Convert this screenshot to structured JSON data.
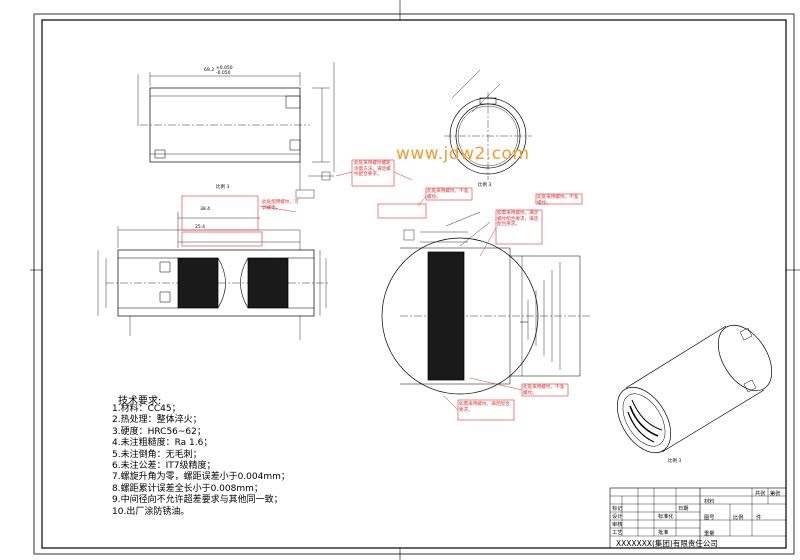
{
  "watermark": "www.jdw2.com",
  "tech_notes": {
    "title": "技术要求:",
    "items": [
      "1.材料：CC45；",
      "2.热处理：整体淬火；",
      "3.硬度：HRC56~62；",
      "4.未注粗糙度：Ra 1.6；",
      "5.未注倒角：无毛刺；",
      "6.未注公差：IT7级精度；",
      "7.螺旋升角为零，螺距误差小于0.004mm；",
      "8.螺距累计误差全长小于0.008mm；",
      "9.中间径向不允许超差要求与其他同一致；",
      "10.出厂涂防锈油。"
    ]
  },
  "red_annotations": [
    "此处采用螺纹螺距测量方法，满足螺纹配合要求。",
    "此处配用螺纹，可调螺距。",
    "此处采用螺纹，不准螺纹。",
    "此处采用螺纹，不准螺纹。",
    "如需采用螺纹，满足螺纹配合要求，满足配合要求。",
    "此处采用螺纹，不准螺纹。",
    "如需采用螺纹，满足配合要求。"
  ],
  "title_block": {
    "row_labels": [
      "标记",
      "设计",
      "审核",
      "工艺"
    ],
    "labels": [
      "材料",
      "图号",
      "比例",
      "件",
      "共张",
      "第张",
      "重量",
      "标准化",
      "批准",
      "日期"
    ],
    "company": "XXXXXXX(集团)有限责任公司"
  },
  "colors": {
    "line": "#000000",
    "red": "#e0312f",
    "watermark": "#f39b2b"
  }
}
